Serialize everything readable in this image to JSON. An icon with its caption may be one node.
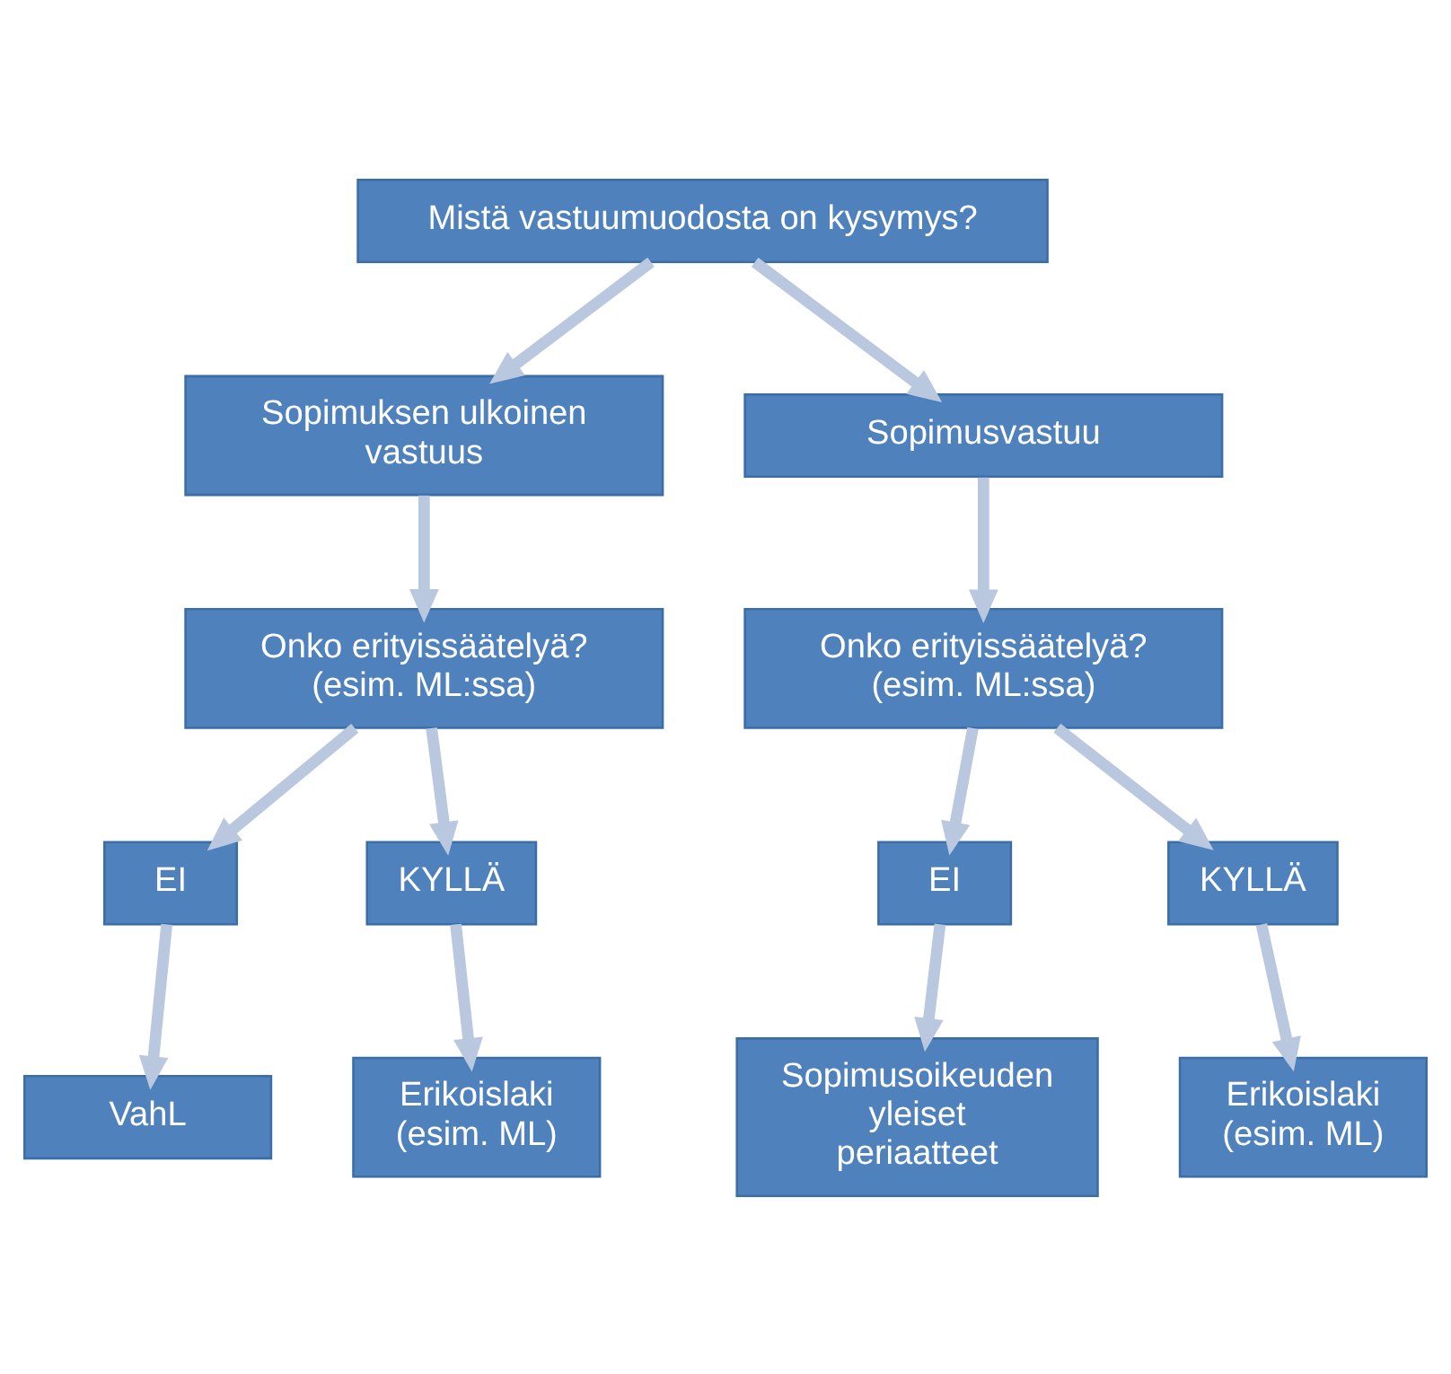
{
  "diagram": {
    "nodes": [
      {
        "text": [
          "Mistä vastuumuodosta on kysymys?"
        ]
      },
      {
        "text": [
          "Sopimuksen ulkoinen vastuus"
        ]
      },
      {
        "text": [
          "Sopimusvastuu"
        ]
      },
      {
        "text": [
          "Onko erityissäätelyä? (esim. ML:ssa)"
        ]
      },
      {
        "text": [
          "Onko erityissäätelyä? (esim. ML:ssa)"
        ]
      },
      {
        "text": [
          "EI"
        ]
      },
      {
        "text": [
          "KYLLÄ"
        ]
      },
      {
        "text": [
          "EI"
        ]
      },
      {
        "text": [
          "KYLLÄ"
        ]
      },
      {
        "text": [
          "VahL"
        ]
      },
      {
        "text": [
          "Erikoislaki (esim. ML)"
        ]
      },
      {
        "text": [
          "Sopimusoikeuden yleiset periaatteet"
        ]
      },
      {
        "text": [
          "Erikoislaki (esim. ML)"
        ]
      }
    ],
    "edges": [
      {
        "from": 0,
        "to": 1,
        "arrow": "to"
      },
      {
        "from": 0,
        "to": 2,
        "arrow": "to"
      },
      {
        "from": 1,
        "to": 3,
        "arrow": "to"
      },
      {
        "from": 2,
        "to": 4,
        "arrow": "to"
      },
      {
        "from": 3,
        "to": 5,
        "arrow": "to"
      },
      {
        "from": 3,
        "to": 6,
        "arrow": "to"
      },
      {
        "from": 4,
        "to": 7,
        "arrow": "to"
      },
      {
        "from": 4,
        "to": 8,
        "arrow": "to"
      },
      {
        "from": 5,
        "to": 9,
        "arrow": "to"
      },
      {
        "from": 6,
        "to": 10,
        "arrow": "to"
      },
      {
        "from": 7,
        "to": 11,
        "arrow": "to"
      },
      {
        "from": 8,
        "to": 12,
        "arrow": "to"
      }
    ]
  }
}
